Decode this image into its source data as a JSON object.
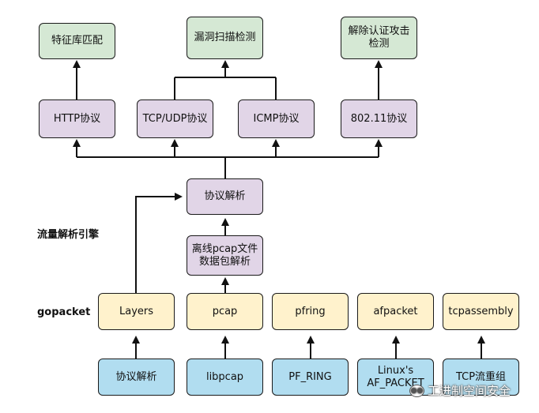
{
  "side_labels": {
    "engine": "流量解析引擎",
    "gopacket": "gopacket"
  },
  "top_boxes": {
    "signature": "特征库匹配",
    "vuln_scan": "漏洞扫描检测",
    "deauth": "解除认证攻击检测"
  },
  "protocols": {
    "http": "HTTP协议",
    "tcpudp": "TCP/UDP协议",
    "icmp": "ICMP协议",
    "wifi": "802.11协议"
  },
  "parser": "协议解析",
  "offline": "离线pcap文件数据包解析",
  "gopacket_modules": [
    "Layers",
    "pcap",
    "pfring",
    "afpacket",
    "tcpassembly"
  ],
  "backends": [
    "协议解析",
    "libpcap",
    "PF_RING",
    "Linux's AF_PACKET",
    "TCP流重组"
  ],
  "watermark": "工进制空间安全",
  "colors": {
    "green": "#d5e8d4",
    "purple": "#e1d5e7",
    "yellow": "#fff2cc",
    "cyan": "#b1ddf0"
  }
}
